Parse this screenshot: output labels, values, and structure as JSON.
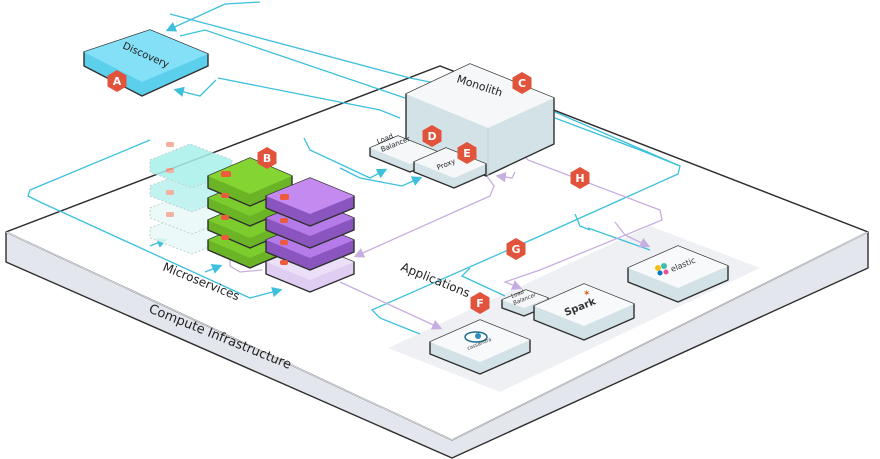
{
  "diagram": {
    "type": "isometric-architecture",
    "regions": {
      "compute_infrastructure": "Compute Infrastructure",
      "microservices": "Microservices",
      "applications": "Applications"
    },
    "components": {
      "discovery": {
        "label": "Discovery",
        "badge": "A"
      },
      "microservices_stack": {
        "badge": "B"
      },
      "monolith": {
        "label": "Monolith",
        "badge": "C"
      },
      "monolith_load_balancer": {
        "label_line1": "Load",
        "label_line2": "Balancer",
        "badge": "D"
      },
      "proxy": {
        "label": "Proxy",
        "badge": "E"
      },
      "cassandra": {
        "label": "cassandra",
        "badge": "F"
      },
      "app_load_balancer": {
        "label_line1": "Load",
        "label_line2": "Balancer",
        "badge": "G"
      },
      "spark": {
        "label": "Spark"
      },
      "elastic": {
        "label": "elastic",
        "badge": "H"
      }
    },
    "badges": [
      "A",
      "B",
      "C",
      "D",
      "E",
      "F",
      "G",
      "H"
    ],
    "colors": {
      "badge": "#e2533c",
      "discovery": "#7fdcf4",
      "microservice_green": "#7ccc2e",
      "microservice_purple": "#b57be8",
      "microservice_ghost": "#a8f0ec",
      "connection_primary": "#3cc0dc",
      "connection_secondary": "#c7aee0",
      "platform": "#e3e6ec",
      "box_top": "#f7f9fa",
      "box_side": "#d3e2e6"
    }
  }
}
